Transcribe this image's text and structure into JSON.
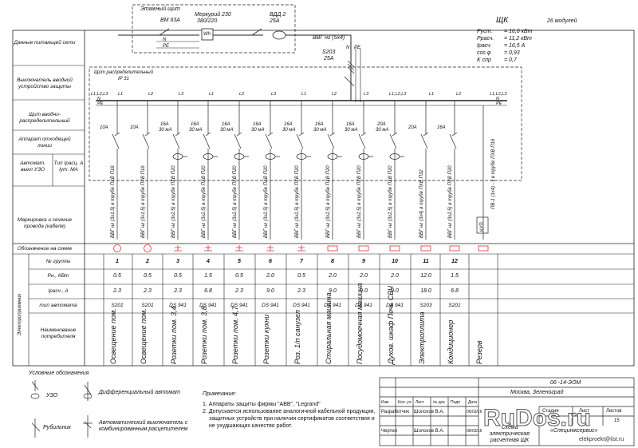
{
  "header": {
    "floor_panel_label": "Этажный щит",
    "meter_model": "Меркурий 230",
    "meter_voltage": "380/220",
    "meter_symbol": "Wh",
    "input_breaker": "ВМ 63А",
    "rcd_main": "ВДД 2",
    "rcd_main_rating": "25А",
    "feeder_cable": "ВВГ нг (5х4)",
    "switch": "S203",
    "switch_rating": "25А",
    "n_label": "N",
    "pe_label": "PE",
    "dist_panel_label": "Щит распределительный",
    "dist_panel_ip": "IP 31"
  },
  "panel": {
    "name": "ЩК",
    "modules": "26 модулей",
    "params": [
      {
        "k": "Руст.",
        "v": "16,0 кВт"
      },
      {
        "k": "Ррасч.",
        "v": "11,2 кВт"
      },
      {
        "k": "Iрасч.",
        "v": "16,5 А"
      },
      {
        "k": "cos φ",
        "v": "0,93"
      },
      {
        "k": "K спр",
        "v": "0,7"
      }
    ]
  },
  "left_labels": {
    "supply": "Данные питающей сети",
    "input_switch": "Выключатель вводной устройство защиты",
    "panel": "Щит вводно-распределительный",
    "outgoing": "Аппарат отходящей линии",
    "automat": "Автомат. выкл УЗО",
    "type": "Тип Iрасц. А Iут. МА",
    "cable": "Маркировка и сечение провода (кабеля)",
    "designation": "Обозначение на схеме",
    "group_no": "№ группы",
    "power": "Рн., КВт",
    "current": "Iрасч., А",
    "automat_type": "тип автомата",
    "consumer": "Наименование потребителя",
    "section": "Электроприемник"
  },
  "phase_labels": [
    "L1,L2,L3",
    "N",
    "PE",
    "L1",
    "L2",
    "L3",
    "L1",
    "L2",
    "L3",
    "L1",
    "L2",
    "L3",
    "L1,L2,L3",
    "L1",
    "L2",
    "L1,L2,L3",
    "N",
    "PE"
  ],
  "groups": [
    {
      "no": "1",
      "breaker": "10А",
      "rcd": "",
      "cable": "ВВГ нг (3х1,5) в трубе ПХВ П16",
      "power": "0.5",
      "current": "2.3",
      "automat": "S201",
      "consumer": "Освещение пом.",
      "symbol": "circle"
    },
    {
      "no": "2",
      "breaker": "10А",
      "rcd": "",
      "cable": "ВВГ нг (3х1,5) в трубе ПХВ П16",
      "power": "0.5",
      "current": "2.3",
      "automat": "S201",
      "consumer": "Освещение пом.",
      "symbol": "circle"
    },
    {
      "no": "3",
      "breaker": "16А",
      "rcd": "30 мА",
      "cable": "ВВГ нг (3х2,5) в трубе ПХВ П20",
      "power": "0.5",
      "current": "2.3",
      "automat": "DS 941",
      "consumer": "Розетки пом. 3,4",
      "symbol": "socket"
    },
    {
      "no": "4",
      "breaker": "16А",
      "rcd": "30 мА",
      "cable": "ВВГ нг (3х2,5) в трубе ПХВ П20",
      "power": "1.5",
      "current": "6.8",
      "automat": "DS 941",
      "consumer": "Розетки пом. 3,8",
      "symbol": "socket"
    },
    {
      "no": "5",
      "breaker": "16А",
      "rcd": "30 мА",
      "cable": "ВВГ нг (3х2,5) в трубе ПХВ П20",
      "power": "0.5",
      "current": "2.3",
      "automat": "DS 941",
      "consumer": "Розетки пом. 4,7",
      "symbol": "socket"
    },
    {
      "no": "6",
      "breaker": "16А",
      "rcd": "30 мА",
      "cable": "ВВГ нг (3х2,5) в трубе ПХВ П20",
      "power": "2.0",
      "current": "9.0",
      "automat": "DS 941",
      "consumer": "Розетки кухни",
      "symbol": "socket"
    },
    {
      "no": "7",
      "breaker": "16А",
      "rcd": "30 мА",
      "cable": "ВВГ нг (3х2,5) в трубе ПХВ П20",
      "power": "0.5",
      "current": "2.3",
      "automat": "DS 941",
      "consumer": "Роз. 1/п санузел",
      "symbol": "socket"
    },
    {
      "no": "8",
      "breaker": "16А",
      "rcd": "30 мА",
      "cable": "ВВГ нг (3х2,5) в трубе ПХВ П20",
      "power": "2.0",
      "current": "9.0",
      "automat": "DS 941",
      "consumer": "Стиральная машина",
      "symbol": "rect"
    },
    {
      "no": "9",
      "breaker": "16А",
      "rcd": "30 мА",
      "cable": "ВВГ нг (3х2,5) в трубе ПХВ П20",
      "power": "2.0",
      "current": "9.0",
      "automat": "DS 941",
      "consumer": "Посудомоечная машина",
      "symbol": "rect"
    },
    {
      "no": "10",
      "breaker": "20А",
      "rcd": "30 мА",
      "cable": "ВВГ нг (3х2,5) в трубе ПХВ П20",
      "power": "2.0",
      "current": "9.0",
      "automat": "DS 941",
      "consumer": "Духов. шкаф Печь СВЧ",
      "symbol": "rect"
    },
    {
      "no": "11",
      "breaker": "20А",
      "rcd": "",
      "cable": "ВВГ нг (3х4) в трубе ПХВ П32",
      "power": "12.0",
      "current": "18.0",
      "automat": "S203",
      "consumer": "Электроплита",
      "symbol": "rect"
    },
    {
      "no": "12",
      "breaker": "16А",
      "rcd": "",
      "cable": "ВВГ нг (3х2,5) в трубе ПХВ П20",
      "power": "1.5",
      "current": "6.8",
      "automat": "S201",
      "consumer": "Кондиционер",
      "symbol": "rect"
    },
    {
      "no": "",
      "breaker": "",
      "rcd": "",
      "cable": "",
      "power": "",
      "current": "",
      "automat": "",
      "consumer": "Резерв",
      "symbol": "rect"
    }
  ],
  "spare_cable": "ПВ-1 (1х4) - з в трубе ПХВ П16",
  "spare_box": "КУП",
  "legend": {
    "title": "Условные обозначения",
    "items": [
      {
        "code": "УЗО",
        "desc": "Дифференциальный автомат"
      },
      {
        "code": "Рубильник",
        "desc": "Автоматический выключатель с комбинированным расцепителем"
      }
    ]
  },
  "notes": {
    "title": "Примечание:",
    "lines": [
      "1. Аппараты защиты фирмы \"ABB\", \"Legrand\"",
      "2. Допускается использование аналогичной кабельной продукции,",
      "защитных устройств при наличии сертификатов соответствия и",
      "не ухудшающих качество работ."
    ]
  },
  "title_block": {
    "doc_code": "06 -14-ЭОМ",
    "location": "Москва, Зеленоград",
    "cols": [
      "Изм",
      "Кол. уч",
      "Лист",
      "№ док",
      "Подп",
      "Дата"
    ],
    "stage_cols": [
      "Стадия",
      "Лист",
      "Листов"
    ],
    "developer_role": "Разработчик",
    "developer": "Шолохов В.А.",
    "checker_role": "Чертил",
    "checker": "Шолохов В.А.",
    "date1": "06/03/16",
    "date2": "06/03/16",
    "drawing_title": "Схема электрическая расчетная ЩК",
    "sheet_total": "15",
    "org": "«Специнжсервис»"
  },
  "watermark": {
    "brand": "RuDos.ru",
    "email": "elekproekt@list.ru"
  }
}
